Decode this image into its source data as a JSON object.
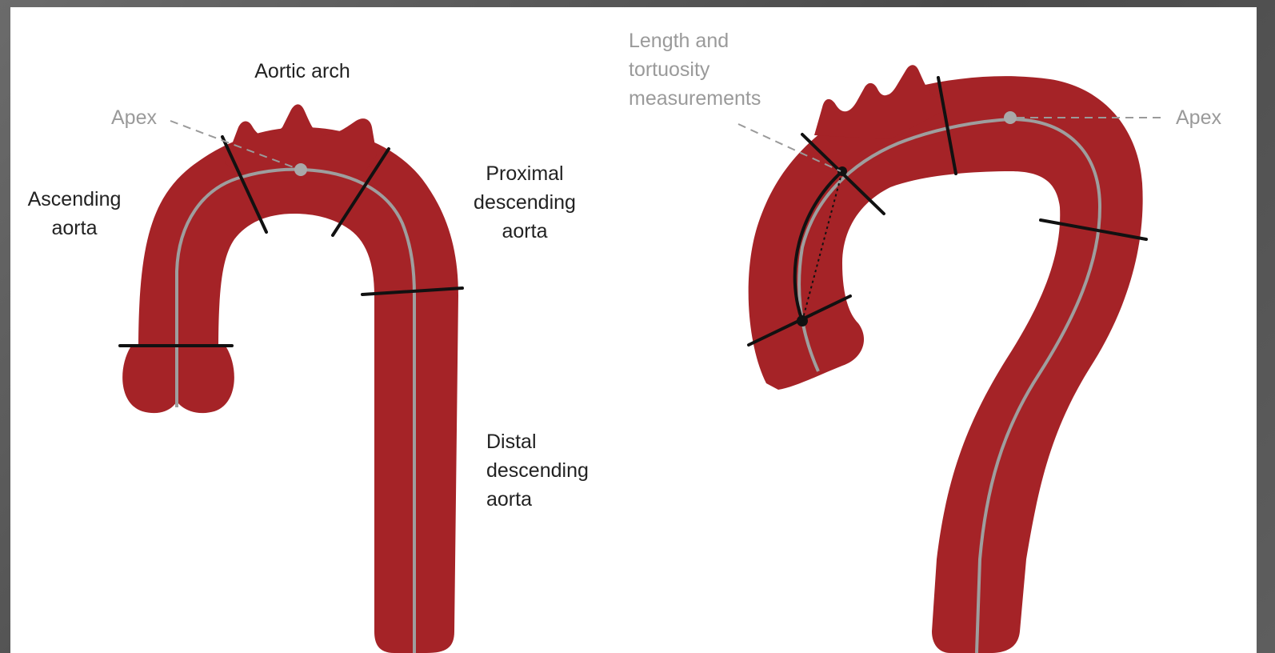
{
  "colors": {
    "aorta_fill": "#a52327",
    "centerline": "#9e9e9e",
    "boundary_line": "#111111",
    "label_dark": "#222222",
    "label_grey": "#9a9a9a"
  },
  "left_diagram": {
    "labels": {
      "aortic_arch": "Aortic arch",
      "apex": "Apex",
      "ascending": "Ascending\naorta",
      "proximal_descending": "Proximal\ndescending\naorta",
      "distal_descending": "Distal\ndescending\naorta"
    }
  },
  "right_diagram": {
    "labels": {
      "length_tortuosity": "Length and\ntortuosity\nmeasurements",
      "apex": "Apex"
    }
  }
}
